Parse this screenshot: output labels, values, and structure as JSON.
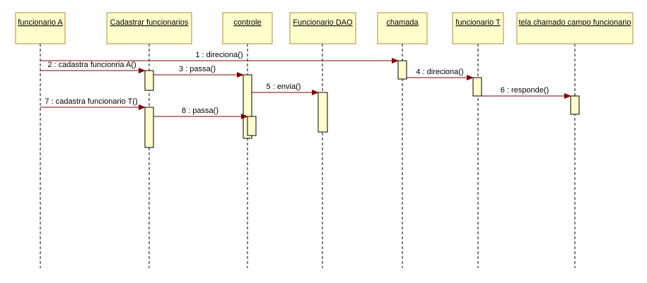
{
  "lifelines": [
    {
      "id": "funcA",
      "name": "funcionario A"
    },
    {
      "id": "cad",
      "name": "Cadastrar funcionarios"
    },
    {
      "id": "ctrl",
      "name": "controle"
    },
    {
      "id": "dao",
      "name": "Funcionario DAO"
    },
    {
      "id": "cham",
      "name": "chamada"
    },
    {
      "id": "funcT",
      "name": "funcionario T"
    },
    {
      "id": "tela",
      "name": "tela chamado campo funcionario"
    }
  ],
  "messages": [
    {
      "from": "funcA",
      "to": "cham",
      "label": "1 : direciona()"
    },
    {
      "from": "funcA",
      "to": "cad",
      "label": "2 : cadastra funcionria A()"
    },
    {
      "from": "cad",
      "to": "ctrl",
      "label": "3 : passa()"
    },
    {
      "from": "cham",
      "to": "funcT",
      "label": "4 : direciona()"
    },
    {
      "from": "ctrl",
      "to": "dao",
      "label": "5 : envia()"
    },
    {
      "from": "funcT",
      "to": "tela",
      "label": "6 : responde()"
    },
    {
      "from": "funcA",
      "to": "cad",
      "label": "7 : cadastra funcionario T()"
    },
    {
      "from": "cad",
      "to": "ctrl",
      "label": "8 : passa()"
    }
  ],
  "colors": {
    "box_fill": "#ffffcc",
    "box_stroke": "#b08a3a",
    "arrow": "#800000",
    "lifeline": "#000000"
  }
}
